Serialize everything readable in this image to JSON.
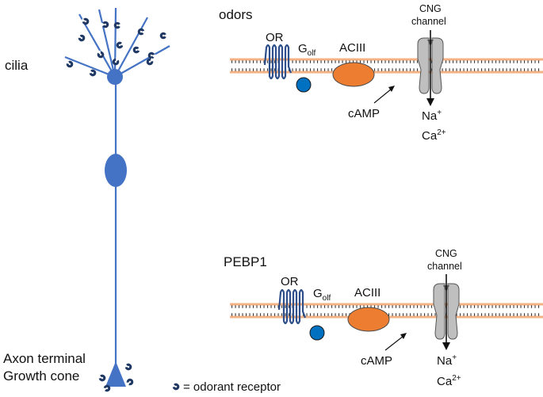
{
  "neuron": {
    "cilia_label": "cilia",
    "axon_label_line1": "Axon terminal",
    "axon_label_line2": "Growth cone"
  },
  "legend": {
    "text": "= odorant receptor"
  },
  "panel_top": {
    "stimulus_label": "odors",
    "or_label": "OR",
    "golf_label": "G",
    "golf_sub": "olf",
    "acIII_label": "ACIII",
    "camp_label": "cAMP",
    "cng_line1": "CNG",
    "cng_line2": "channel",
    "na_label": "Na",
    "na_sup": "+",
    "ca_label": "Ca",
    "ca_sup": "2+"
  },
  "panel_bottom": {
    "stimulus_label": "PEBP1",
    "or_label": "OR",
    "golf_label": "G",
    "golf_sub": "olf",
    "acIII_label": "ACIII",
    "camp_label": "cAMP",
    "cng_line1": "CNG",
    "cng_line2": "channel",
    "na_label": "Na",
    "na_sup": "+",
    "ca_label": "Ca",
    "ca_sup": "2+"
  },
  "colors": {
    "neuron_blue": "#4472c4",
    "membrane_tan": "#f4b183",
    "acIII_orange": "#ed7d31",
    "golf_blue": "#0070c0",
    "receptor_navy": "#1f3864",
    "channel_gray": "#bfbfbf"
  }
}
